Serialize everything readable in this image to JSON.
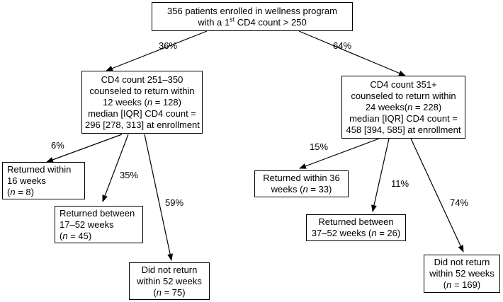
{
  "nodes": {
    "root": {
      "line1": "356 patients enrolled in wellness program",
      "line2_pre": "with a 1",
      "line2_sup": "st",
      "line2_post": " CD4 count > 250"
    },
    "mid_left": {
      "line1": "CD4 count 251–350",
      "line2": "counseled to return within",
      "line3_pre": "12 weeks (",
      "n_label": "n",
      "line3_post": " = 128)",
      "line4": "median [IQR] CD4 count =",
      "line5": "296 [278, 313] at enrollment"
    },
    "mid_right": {
      "line1": "CD4 count 351+",
      "line2": "counseled to return within",
      "line3_pre": "24 weeks(",
      "n_label": "n",
      "line3_post": " = 228)",
      "line4": "median [IQR] CD4 count =",
      "line5": "458 [394, 585] at enrollment"
    },
    "leaf_l1": {
      "line1": "Returned within",
      "line2": "16 weeks",
      "line3_pre": "(",
      "n_label": "n",
      "line3_post": " = 8)"
    },
    "leaf_l2": {
      "line1": "Returned between",
      "line2": "17–52 weeks",
      "line3_pre": "(",
      "n_label": "n",
      "line3_post": " = 45)"
    },
    "leaf_l3": {
      "line1": "Did not return",
      "line2": "within 52 weeks",
      "line3_pre": "(",
      "n_label": "n",
      "line3_post": " = 75)"
    },
    "leaf_r1": {
      "line1": "Returned within 36",
      "line2_pre": "weeks (",
      "n_label": "n",
      "line2_post": " = 33)"
    },
    "leaf_r2": {
      "line1": "Returned between",
      "line2_pre": "37–52 weeks (",
      "n_label": "n",
      "line2_post": " = 26)"
    },
    "leaf_r3": {
      "line1": "Did not return",
      "line2": "within 52 weeks",
      "line3_pre": "(",
      "n_label": "n",
      "line3_post": " = 169)"
    }
  },
  "edges": {
    "root_to_mid_left": "36%",
    "root_to_mid_right": "64%",
    "mid_left_to_l1": "6%",
    "mid_left_to_l2": "35%",
    "mid_left_to_l3": "59%",
    "mid_right_to_r1": "15%",
    "mid_right_to_r2": "11%",
    "mid_right_to_r3": "74%"
  }
}
